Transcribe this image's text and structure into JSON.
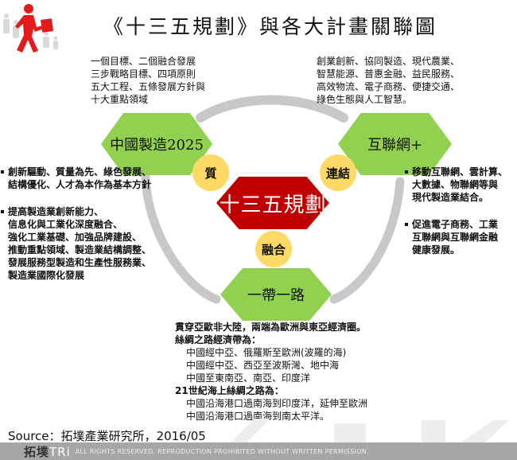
{
  "header": {
    "title": "《十三五規劃》與各大計畫關聯圖",
    "logo_icon": "walking-businessman-icon"
  },
  "colors": {
    "hex_green": "#92d050",
    "hex_red": "#c00000",
    "circle_yellow": "#ffd966",
    "arc_gray": "#c8c8c8",
    "footer_gray": "#a6a6a6"
  },
  "center": {
    "label": "十三五規劃"
  },
  "nodes": {
    "made_in_china": {
      "label": "中國製造2025",
      "top_text": [
        "一個目標、二個融合發展",
        "三步戰略目標、四項原則",
        "五大工程、五條發展方針與",
        "十大重點領域"
      ],
      "bullets": [
        [
          "創新驅動、質量為先、綠色發展、",
          "結構優化、人才為本作為基本方針"
        ],
        [
          "提高製造業創新能力、",
          "信息化與工業化深度融合、",
          "強化工業基礎、加強品牌建設、",
          "推動重點領域、製造業結構調整、",
          "發展服務型製造和生產性服務業、",
          "製造業國際化發展"
        ]
      ]
    },
    "internet_plus": {
      "label": "互聯網+",
      "top_text": [
        "創業創新、協同製造、現代農業、",
        "智慧能源、普惠金融、益民服務、",
        "高效物流、電子商務、便捷交通、",
        "綠色生態與人工智慧。"
      ],
      "bullets": [
        [
          "移動互聯網、雲計算、",
          "大數據、物聯網等與",
          "現代製造業結合。"
        ],
        [
          "促進電子商務、工業",
          "互聯網與互聯網金融",
          "健康發展。"
        ]
      ]
    },
    "belt_road": {
      "label": "一帶一路",
      "lines": [
        {
          "text": "貫穿亞歐非大陸，兩端為歐洲與東亞經濟圈。",
          "style": "bold",
          "indent": 0
        },
        {
          "text": "絲綢之路經濟帶為：",
          "style": "bold",
          "indent": 0
        },
        {
          "text": "中國經中亞、俄羅斯至歐洲(波羅的海)",
          "style": "plain",
          "indent": 1
        },
        {
          "text": "中國經中亞、西亞至波斯灣、地中海",
          "style": "plain",
          "indent": 1
        },
        {
          "text": "中國至東南亞、南亞、印度洋",
          "style": "plain",
          "indent": 1
        },
        {
          "text": "21世紀海上絲綢之路為：",
          "style": "bold",
          "indent": 0
        },
        {
          "text": "中國沿海港口過南海到印度洋，延伸至歐洲",
          "style": "plain",
          "indent": 1
        },
        {
          "text": "中國沿海港口過南海到南太平洋。",
          "style": "plain",
          "indent": 1
        }
      ]
    }
  },
  "connectors": {
    "quality": "質",
    "link": "連結",
    "fusion": "融合"
  },
  "footer": {
    "source": "Source：拓墣產業研究所，2016/05",
    "logo_cn": "拓墣",
    "logo_en": "TRi",
    "rights": "ALL RIGHTS RESERVED. REPRODUCTION PROHIBITED WITHOUT WRITTEN PERMISSION."
  }
}
